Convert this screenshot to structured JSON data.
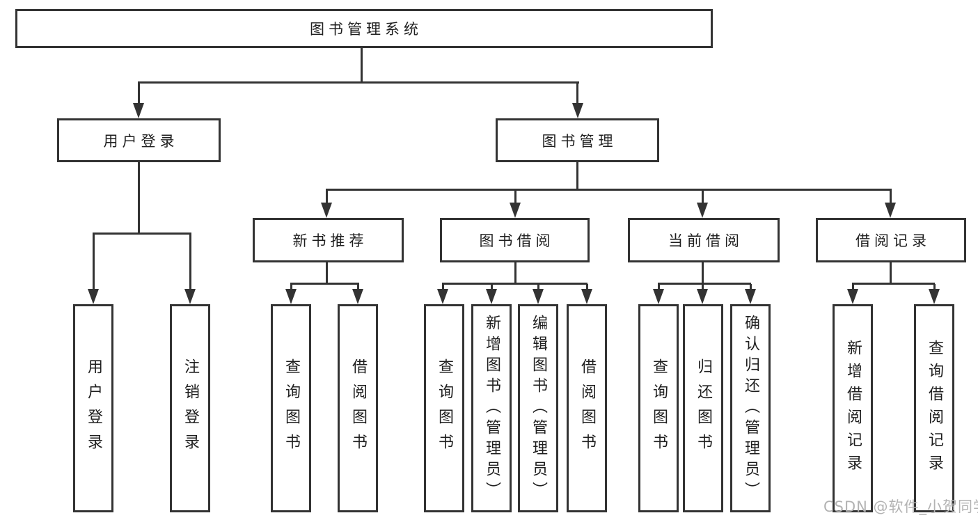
{
  "diagram": {
    "root": {
      "label": "图书管理系统"
    },
    "branches": [
      {
        "label": "用户登录",
        "children": [
          {
            "label": "用户登录"
          },
          {
            "label": "注销登录"
          }
        ]
      },
      {
        "label": "图书管理",
        "sections": [
          {
            "label": "新书推荐",
            "children": [
              {
                "label": "查询图书"
              },
              {
                "label": "借阅图书"
              }
            ]
          },
          {
            "label": "图书借阅",
            "children": [
              {
                "label": "查询图书"
              },
              {
                "label": "新增图书（管理员）"
              },
              {
                "label": "编辑图书（管理员）"
              },
              {
                "label": "借阅图书"
              }
            ]
          },
          {
            "label": "当前借阅",
            "children": [
              {
                "label": "查询图书"
              },
              {
                "label": "归还图书"
              },
              {
                "label": "确认归还（管理员）"
              }
            ]
          },
          {
            "label": "借阅记录",
            "children": [
              {
                "label": "新增借阅记录"
              },
              {
                "label": "查询借阅记录"
              }
            ]
          }
        ]
      }
    ]
  },
  "watermark": {
    "label": "CSDN @软件_小贺同学"
  },
  "colors": {
    "line": "#333333",
    "text": "#1f1f1f",
    "watermark": "#b3b3b3",
    "background": "#ffffff"
  }
}
